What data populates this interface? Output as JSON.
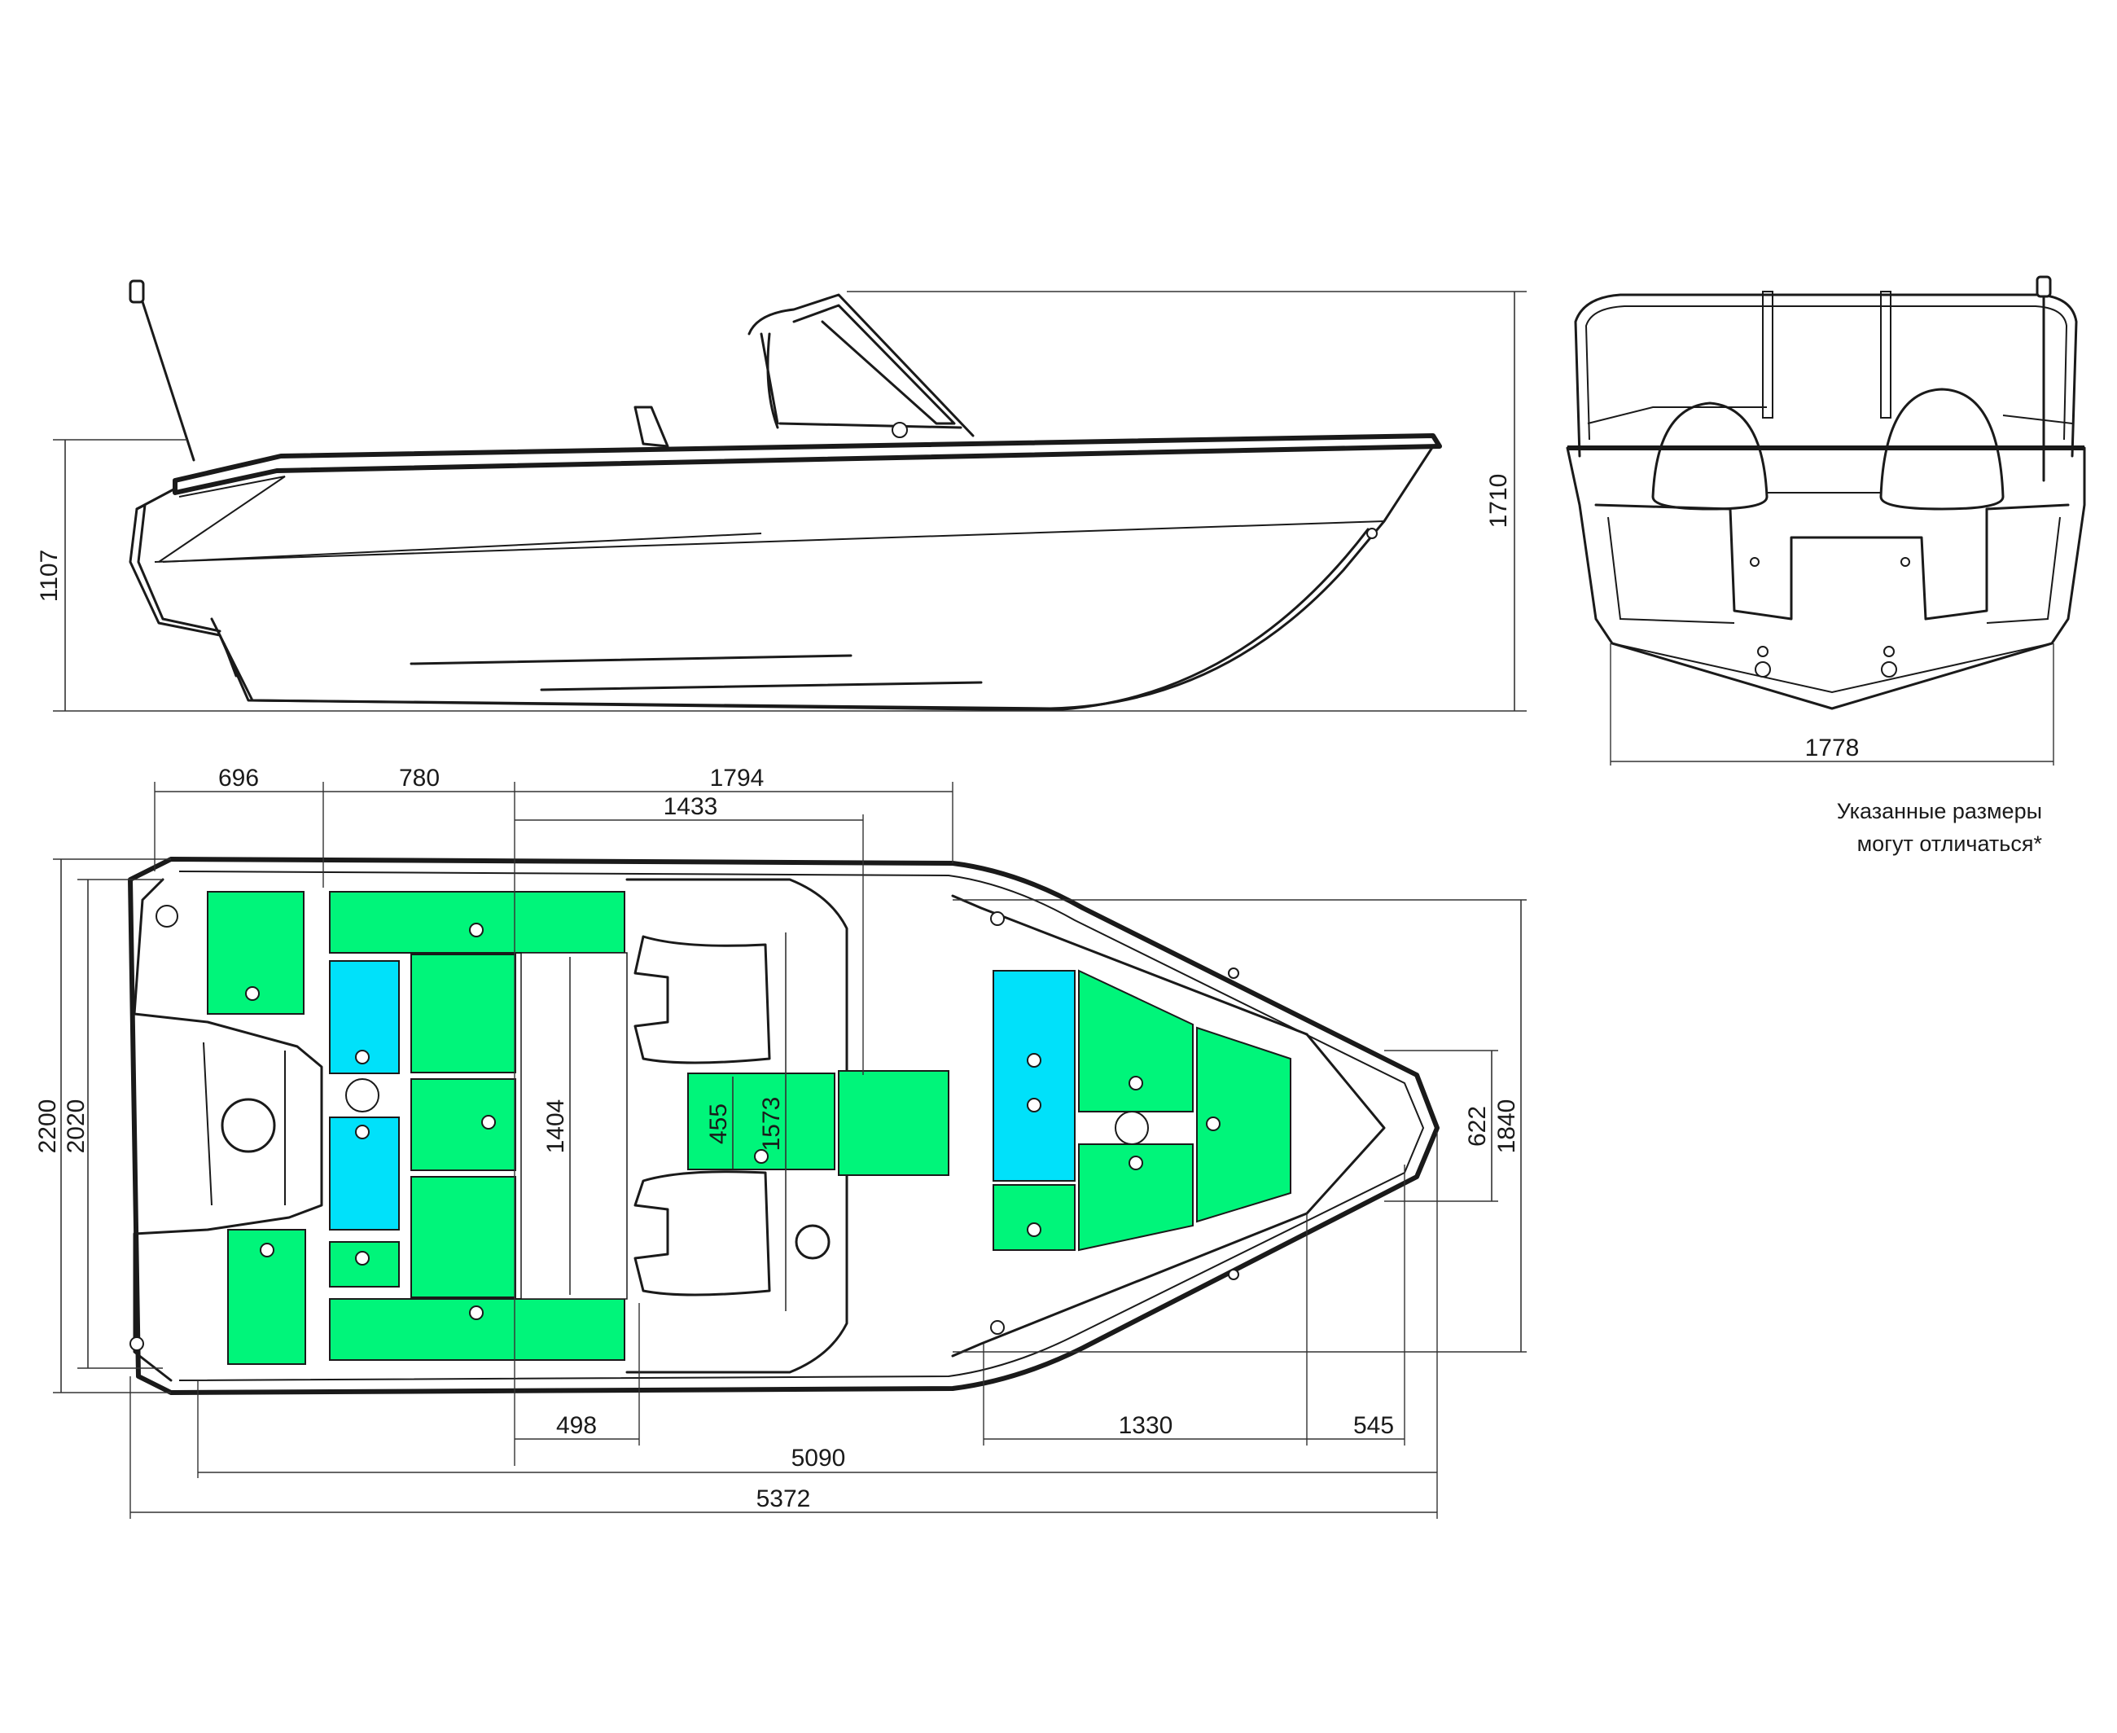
{
  "colors": {
    "green": "#00f57a",
    "cyan": "#00e1fa",
    "line": "#1a1a1a"
  },
  "dimensions": {
    "side_height": "1107",
    "total_height": "1710",
    "beam_rear": "1778",
    "stern_box": "696",
    "aft_bench": "780",
    "cockpit": "1794",
    "windshield": "1433",
    "walkway_width": "1404",
    "console_gap": "455",
    "center_width": "1573",
    "overall_beam": "2200",
    "hull_beam": "2020",
    "bow_deck_width": "622",
    "bow_beam": "1840",
    "seat_depth": "498",
    "bow_locker": "1330",
    "bow_tip": "545",
    "hull_length": "5090",
    "overall_length": "5372"
  },
  "note": {
    "line1": "Указанные размеры",
    "line2": "могут отличаться*"
  }
}
